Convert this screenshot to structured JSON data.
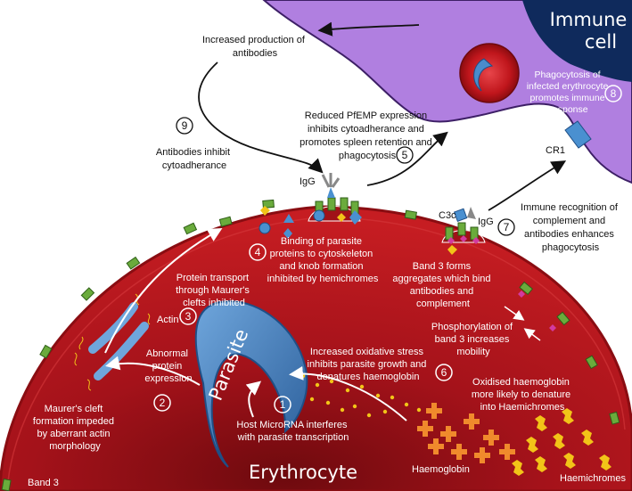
{
  "immune_cell_label": [
    "Immune",
    "cell"
  ],
  "erythrocyte_label": "Erythrocyte",
  "parasite_label": "Parasite",
  "band3_label": "Band 3",
  "labels": {
    "antibody_production": [
      "Increased production of",
      "antibodies"
    ],
    "antibodies_inhibit": [
      "Antibodies inhibit",
      "cytoadherance"
    ],
    "reduced_pfemp": [
      "Reduced PfEMP expression",
      "inhibits cytoadherance and",
      "promotes spleen retention and",
      "phagocytosis"
    ],
    "phagocytosis": [
      "Phagocytosis of",
      "infected erythrocyte",
      "promotes immune",
      "response"
    ],
    "cr1": "CR1",
    "igg_top": "IgG",
    "igg_right": "IgG",
    "c3c": "C3c",
    "immune_recognition": [
      "Immune recognition of",
      "complement and",
      "antibodies enhances",
      "phagocytosis"
    ],
    "binding": [
      "Binding of parasite",
      "proteins to cytoskeleton",
      "and knob formation",
      "inhibited by hemichromes"
    ],
    "band3_aggregates": [
      "Band 3 forms",
      "aggregates which bind",
      "antibodies and",
      "complement"
    ],
    "protein_transport": [
      "Protein transport",
      "through Maurer's",
      "clefts inhibited"
    ],
    "actin": "Actin",
    "phosphorylation": [
      "Phosphorylation of",
      "band 3 increases",
      "mobility"
    ],
    "abnormal_protein": [
      "Abnormal",
      "protein",
      "expression"
    ],
    "oxidative_stress": [
      "Increased oxidative stress",
      "inhibits parasite growth and",
      "denatures haemoglobin"
    ],
    "oxidised_hb": [
      "Oxidised haemoglobin",
      "more likely to denature",
      "into Haemichromes"
    ],
    "maurers": [
      "Maurer's cleft",
      "formation impeded",
      "by aberrant actin",
      "morphology"
    ],
    "micro_rna": [
      "Host MicroRNA interferes",
      "with parasite transcription"
    ],
    "haemoglobin": "Haemoglobin",
    "haemichromes": "Haemichromes"
  },
  "steps": [
    "1",
    "2",
    "3",
    "4",
    "5",
    "6",
    "7",
    "8",
    "9"
  ],
  "colors": {
    "cell_red": "#b8161c",
    "cell_dark": "#7a0c10",
    "immune_purple": "#b07fe0",
    "nucleus_navy": "#0f2a5c",
    "parasite_blue": "#3a78b8",
    "band3_green": "#6aab3c",
    "hb_orange": "#f08a2c",
    "hemichrome_yellow": "#f2c418"
  }
}
